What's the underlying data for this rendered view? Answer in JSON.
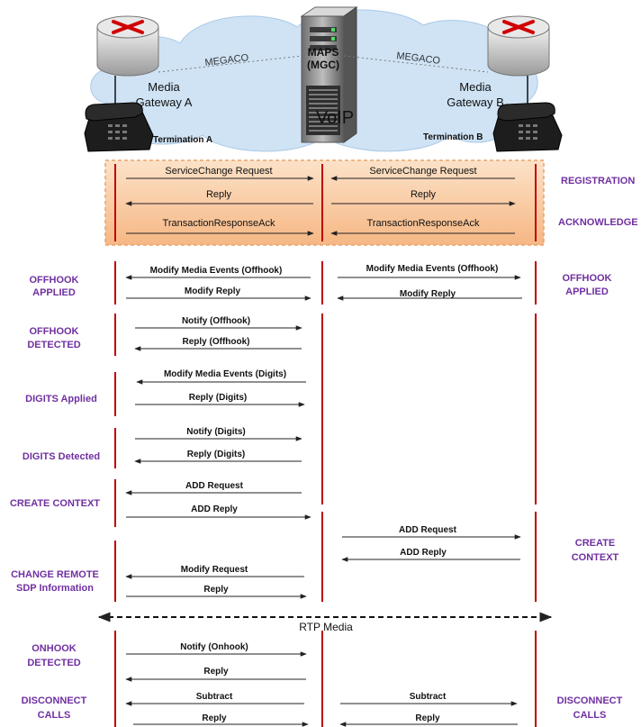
{
  "header": {
    "server_label_line1": "MAPS",
    "server_label_line2": "(MGC)",
    "cloud_label": "VoIP",
    "protocol_left": "MEGACO",
    "protocol_right": "MEGACO",
    "gateway_a_line1": "Media",
    "gateway_a_line2": "Gateway A",
    "gateway_b_line1": "Media",
    "gateway_b_line2": "Gateway B",
    "termination_a": "Termination A",
    "termination_b": "Termination B"
  },
  "registration": {
    "service_change_left": "ServiceChange Request",
    "service_change_right": "ServiceChange Request",
    "reply_left": "Reply",
    "reply_right": "Reply",
    "ack_left": "TransactionResponseAck",
    "ack_right": "TransactionResponseAck",
    "phase_registration": "REGISTRATION",
    "phase_acknowledge": "ACKNOWLEDGE"
  },
  "phases": {
    "offhook_applied_left_1": "OFFHOOK",
    "offhook_applied_left_2": "APPLIED",
    "offhook_applied_right_1": "OFFHOOK",
    "offhook_applied_right_2": "APPLIED",
    "offhook_detected_1": "OFFHOOK",
    "offhook_detected_2": "DETECTED",
    "digits_applied": "DIGITS Applied",
    "digits_detected": "DIGITS Detected",
    "create_context_left": "CREATE CONTEXT",
    "create_context_right_1": "CREATE",
    "create_context_right_2": "CONTEXT",
    "change_remote_1": "CHANGE REMOTE",
    "change_remote_2": "SDP Information",
    "onhook_detected_1": "ONHOOK",
    "onhook_detected_2": "DETECTED",
    "disconnect_left_1": "DISCONNECT",
    "disconnect_left_2": "CALLS",
    "disconnect_right_1": "DISCONNECT",
    "disconnect_right_2": "CALLS"
  },
  "messages": {
    "modify_offhook_left": "Modify Media Events (Offhook)",
    "modify_offhook_right": "Modify Media Events (Offhook)",
    "modify_reply_left": "Modify Reply",
    "modify_reply_right": "Modify Reply",
    "notify_offhook": "Notify (Offhook)",
    "reply_offhook": "Reply (Offhook)",
    "modify_digits": "Modify Media Events (Digits)",
    "reply_digits_1": "Reply (Digits)",
    "notify_digits": "Notify (Digits)",
    "reply_digits_2": "Reply (Digits)",
    "add_request_left": "ADD Request",
    "add_reply_left": "ADD Reply",
    "add_request_right": "ADD Request",
    "add_reply_right": "ADD Reply",
    "modify_request": "Modify Request",
    "reply_modify": "Reply",
    "rtp_media": "RTP Media",
    "notify_onhook": "Notify (Onhook)",
    "reply_onhook": "Reply",
    "subtract_left": "Subtract",
    "subtract_right": "Subtract",
    "reply_subtract_left": "Reply",
    "reply_subtract_right": "Reply"
  },
  "colors": {
    "phase_text": "#7030A0",
    "lifeline": "#C00000",
    "registration_box": "#F8C9A0",
    "cloud": "#CFE3F5"
  }
}
